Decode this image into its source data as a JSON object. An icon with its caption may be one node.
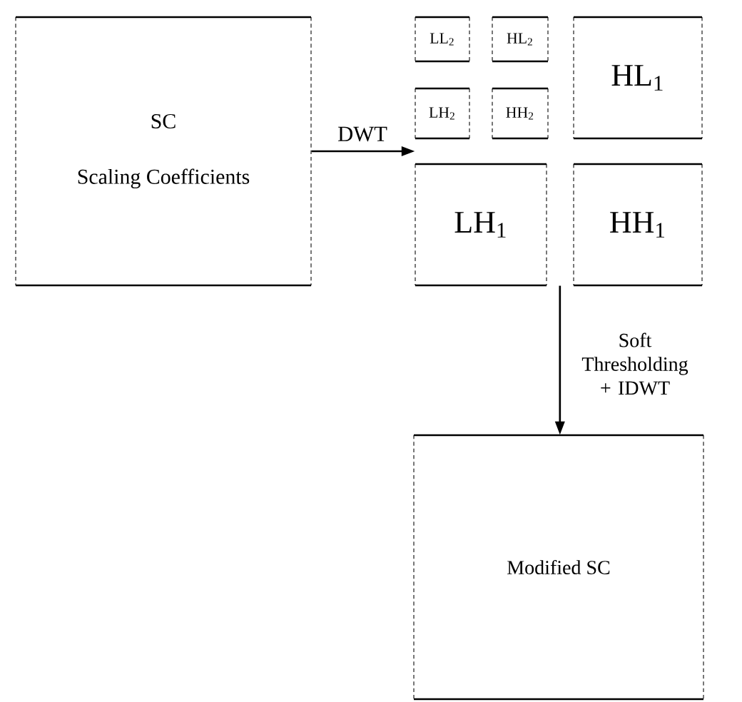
{
  "diagram": {
    "nodes": [
      {
        "text": [
          "SC",
          "Scaling Coefficients"
        ]
      },
      {
        "text": [
          "LL$_{2}$"
        ]
      },
      {
        "text": [
          "HL$_{2}$"
        ]
      },
      {
        "text": [
          "HL$_{1}$"
        ]
      },
      {
        "text": [
          "LH$_{2}$"
        ]
      },
      {
        "text": [
          "HH$_{2}$"
        ]
      },
      {
        "text": [
          "LH$_{1}$"
        ]
      },
      {
        "text": [
          "HH$_{1}$"
        ]
      },
      {
        "text": [
          "Modified SC"
        ]
      }
    ],
    "edges": [
      {
        "from": 0,
        "to": 4,
        "arrow": "to",
        "label": "DWT"
      },
      {
        "from": 7,
        "to": 8,
        "arrow": "to",
        "label": "Soft Thresholding + IDWT"
      }
    ]
  }
}
